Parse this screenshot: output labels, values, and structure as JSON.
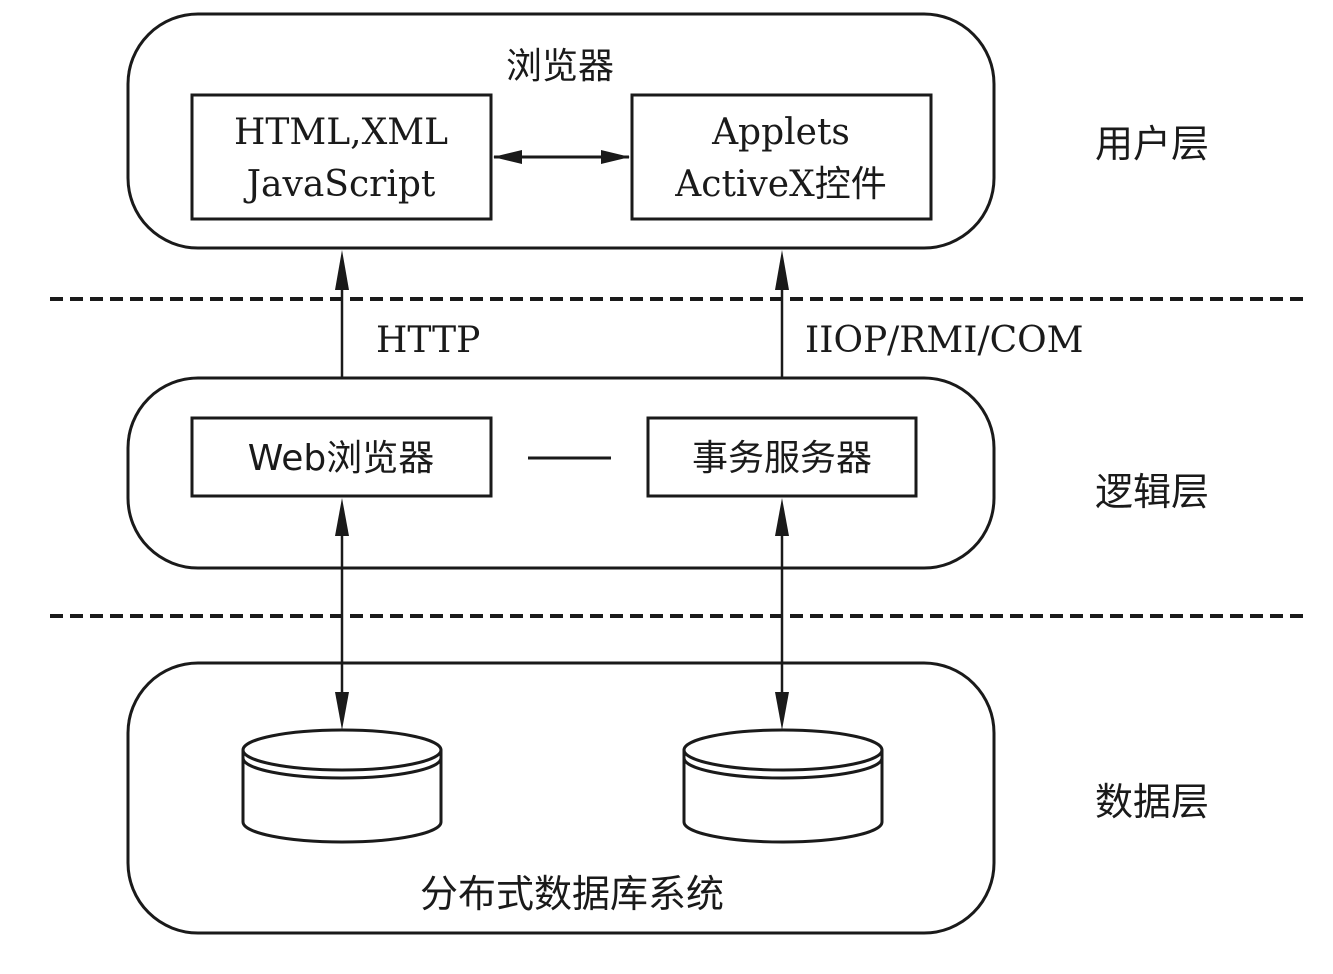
{
  "diagram": {
    "layers": [
      {
        "id": "user",
        "label": "用户层"
      },
      {
        "id": "logic",
        "label": "逻辑层"
      },
      {
        "id": "data",
        "label": "数据层"
      }
    ],
    "browser_group": {
      "title": "浏览器",
      "left_box": {
        "line1": "HTML,XML",
        "line2": "JavaScript"
      },
      "right_box": {
        "line1": "Applets",
        "line2": "ActiveX控件"
      }
    },
    "protocols": {
      "left": "HTTP",
      "right": "IIOP/RMI/COM"
    },
    "logic_group": {
      "left_box": "Web浏览器",
      "right_box": "事务服务器"
    },
    "data_group": {
      "caption": "分布式数据库系统",
      "databases": [
        "database-1",
        "database-2"
      ]
    },
    "colors": {
      "line": "#1a1a1a",
      "background": "#ffffff"
    }
  }
}
